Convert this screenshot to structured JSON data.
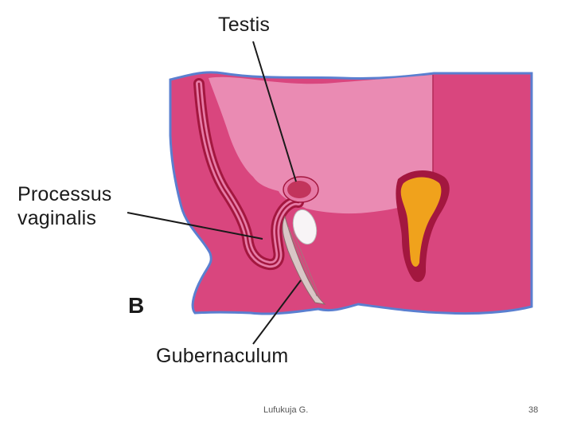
{
  "diagram": {
    "panel_letter": "B",
    "labels": {
      "testis": "Testis",
      "processus_line1": "Processus",
      "processus_line2": "vaginalis",
      "gubernaculum": "Gubernaculum"
    },
    "colors": {
      "tissue": "#d9467e",
      "tissue_light": "#e56ea0",
      "cavity": "#ea8bb3",
      "layer_dark": "#a3173f",
      "layer_mid": "#c2305f",
      "outline_blue": "#5a7fd0",
      "testis_fill": "#c2345c",
      "orange": "#f0a21c",
      "gubernaculum_fill": "#d9c6c6",
      "white_oval": "#f8f4f6"
    }
  },
  "footer": {
    "author": "Lufukuja G.",
    "page_number": "38"
  }
}
